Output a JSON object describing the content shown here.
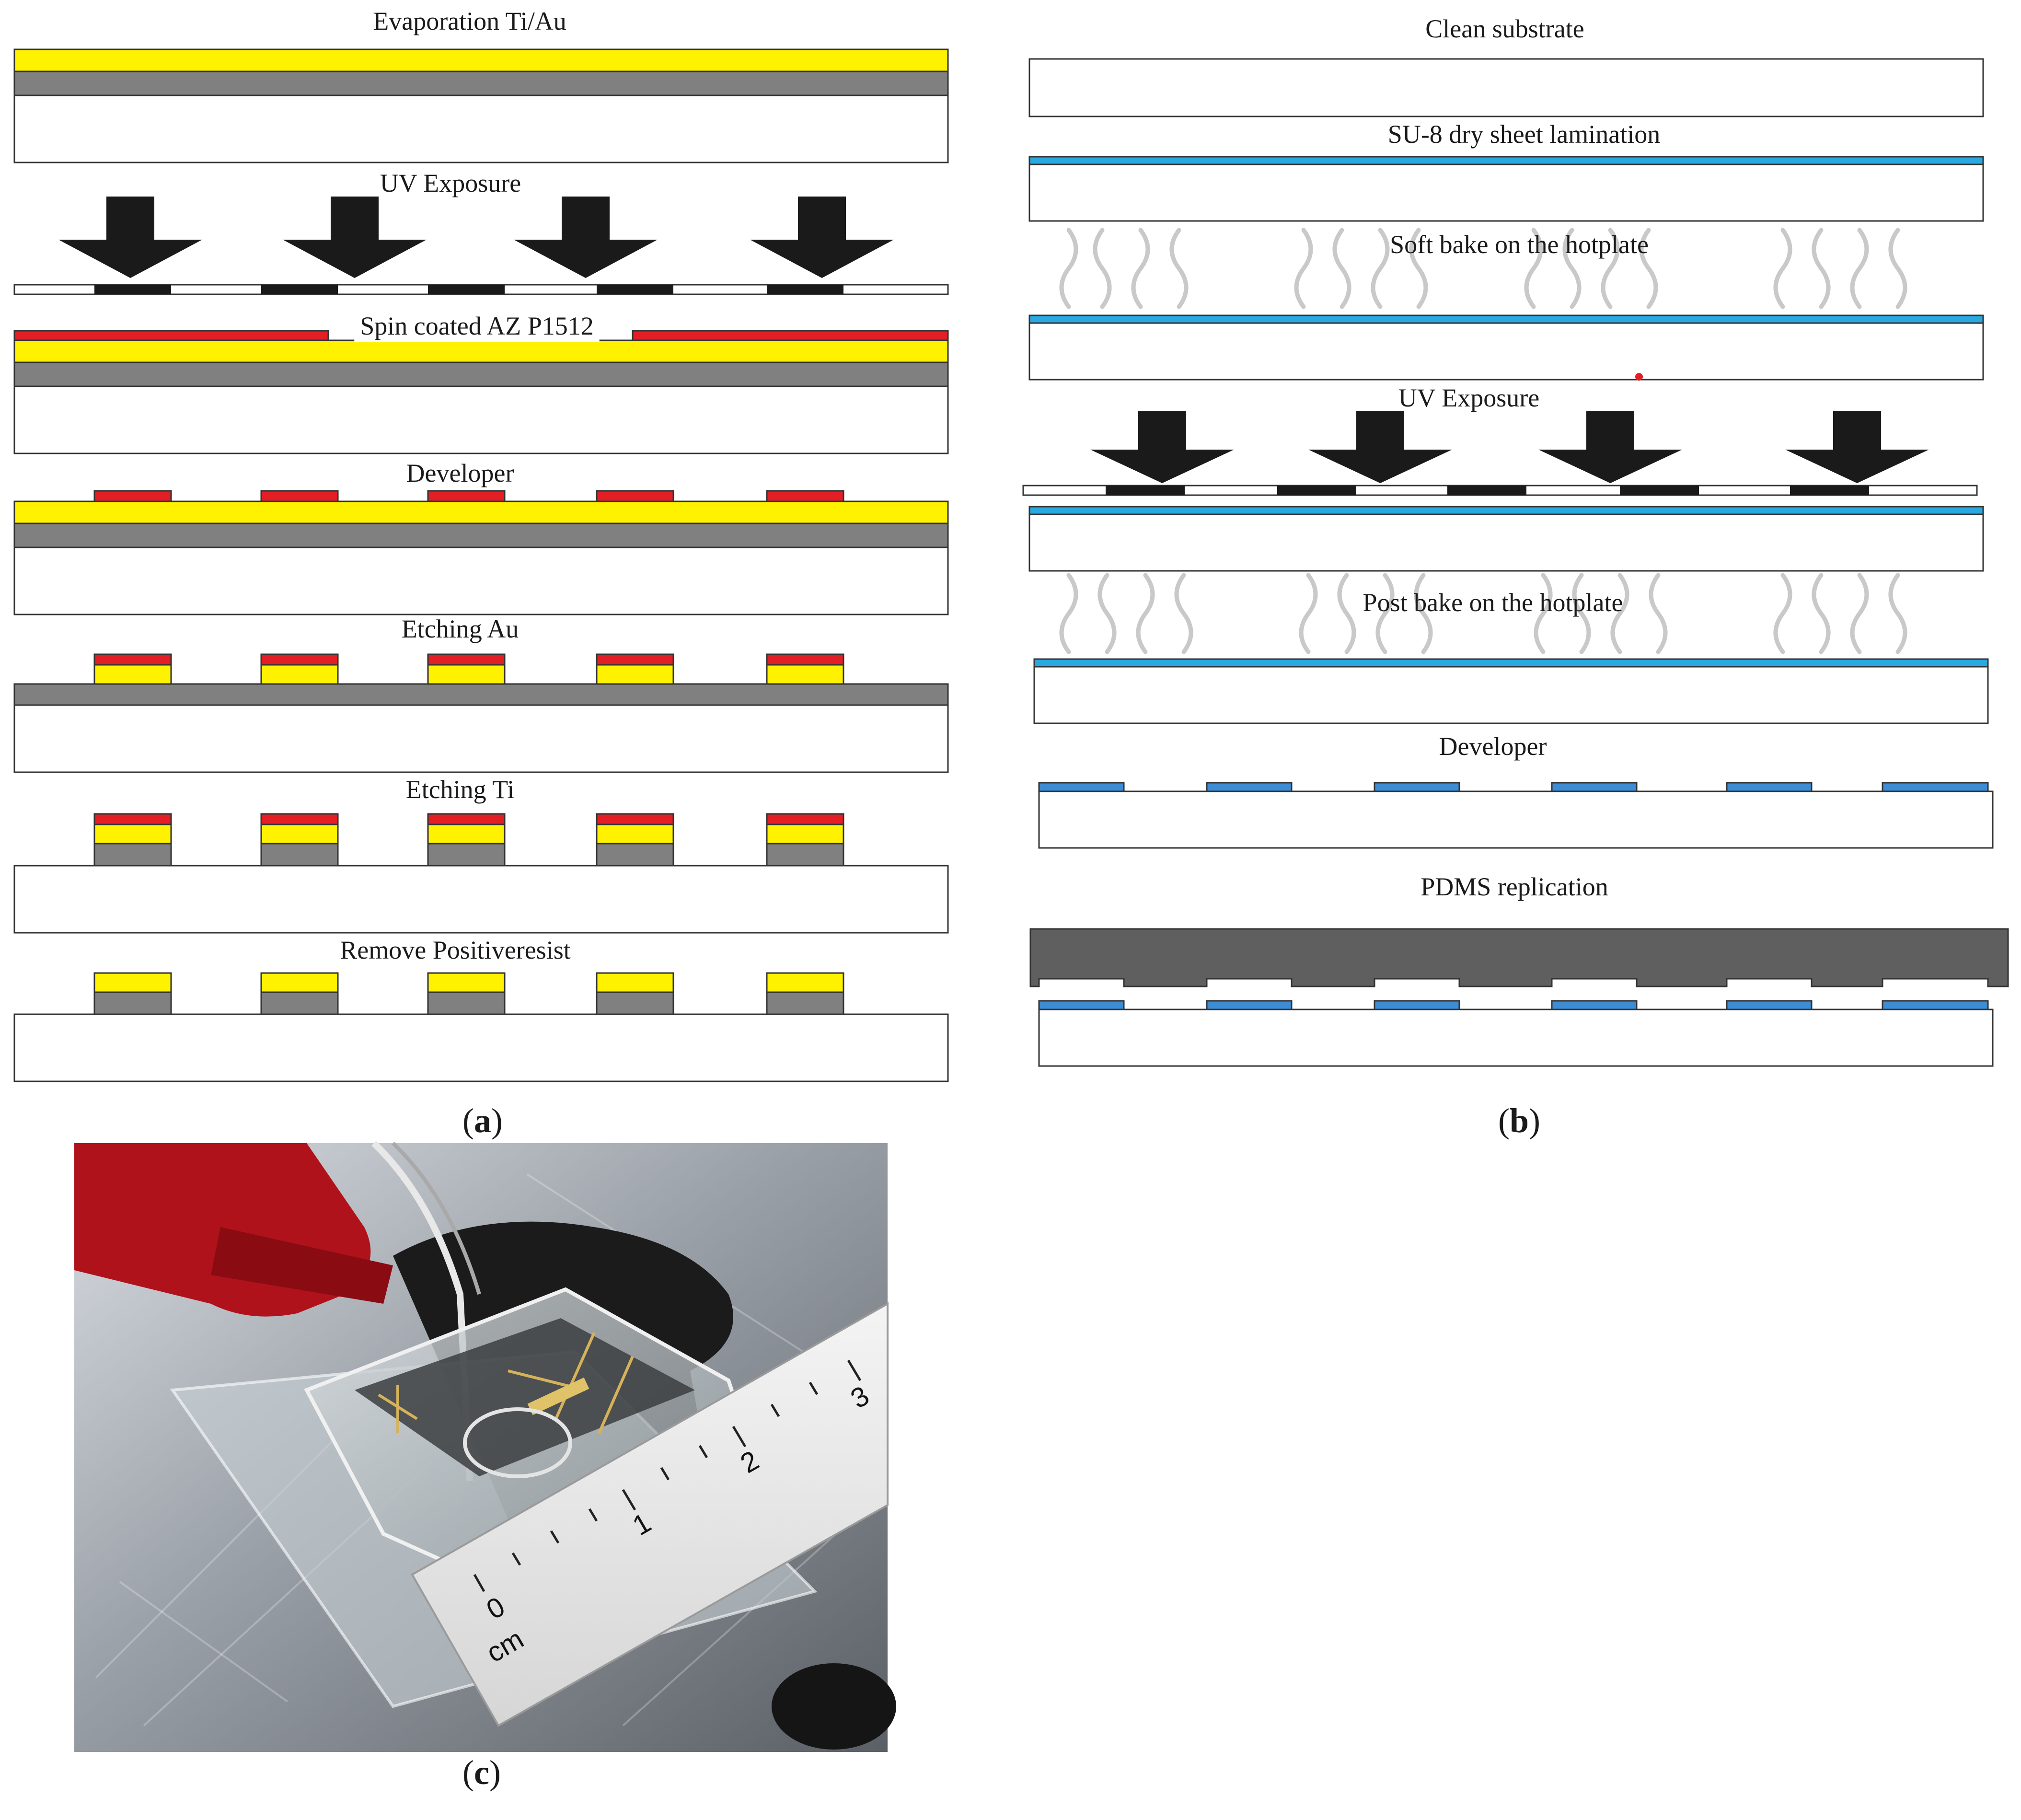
{
  "colors": {
    "gold": "#fff200",
    "titanium": "#808080",
    "photoresist": "#e31e24",
    "su8": "#29a9e1",
    "su8_developed": "#3c8dd6",
    "pdms": "#5f5f5f",
    "mask_dark": "#1a1a1a",
    "arrow": "#1a1a1a",
    "outline": "#333333"
  },
  "panel_a": {
    "caption_open": "(",
    "caption_letter": "a",
    "caption_close": ")",
    "steps": [
      "Evaporation Ti/Au",
      "UV Exposure",
      "Spin coated AZ P1512",
      "Developer",
      "Etching Au",
      "Etching Ti",
      "Remove Positiveresist"
    ]
  },
  "panel_b": {
    "caption_open": "(",
    "caption_letter": "b",
    "caption_close": ")",
    "steps": [
      "Clean substrate",
      "SU-8 dry sheet lamination",
      "Soft bake on the hotplate",
      "UV Exposure",
      "Post bake on the hotplate",
      "Developer",
      "PDMS replication"
    ]
  },
  "panel_c": {
    "caption_open": "(",
    "caption_letter": "c",
    "caption_close": ")",
    "ruler_unit": "cm",
    "ruler_numbers": [
      "0",
      "1",
      "2",
      "3"
    ]
  }
}
